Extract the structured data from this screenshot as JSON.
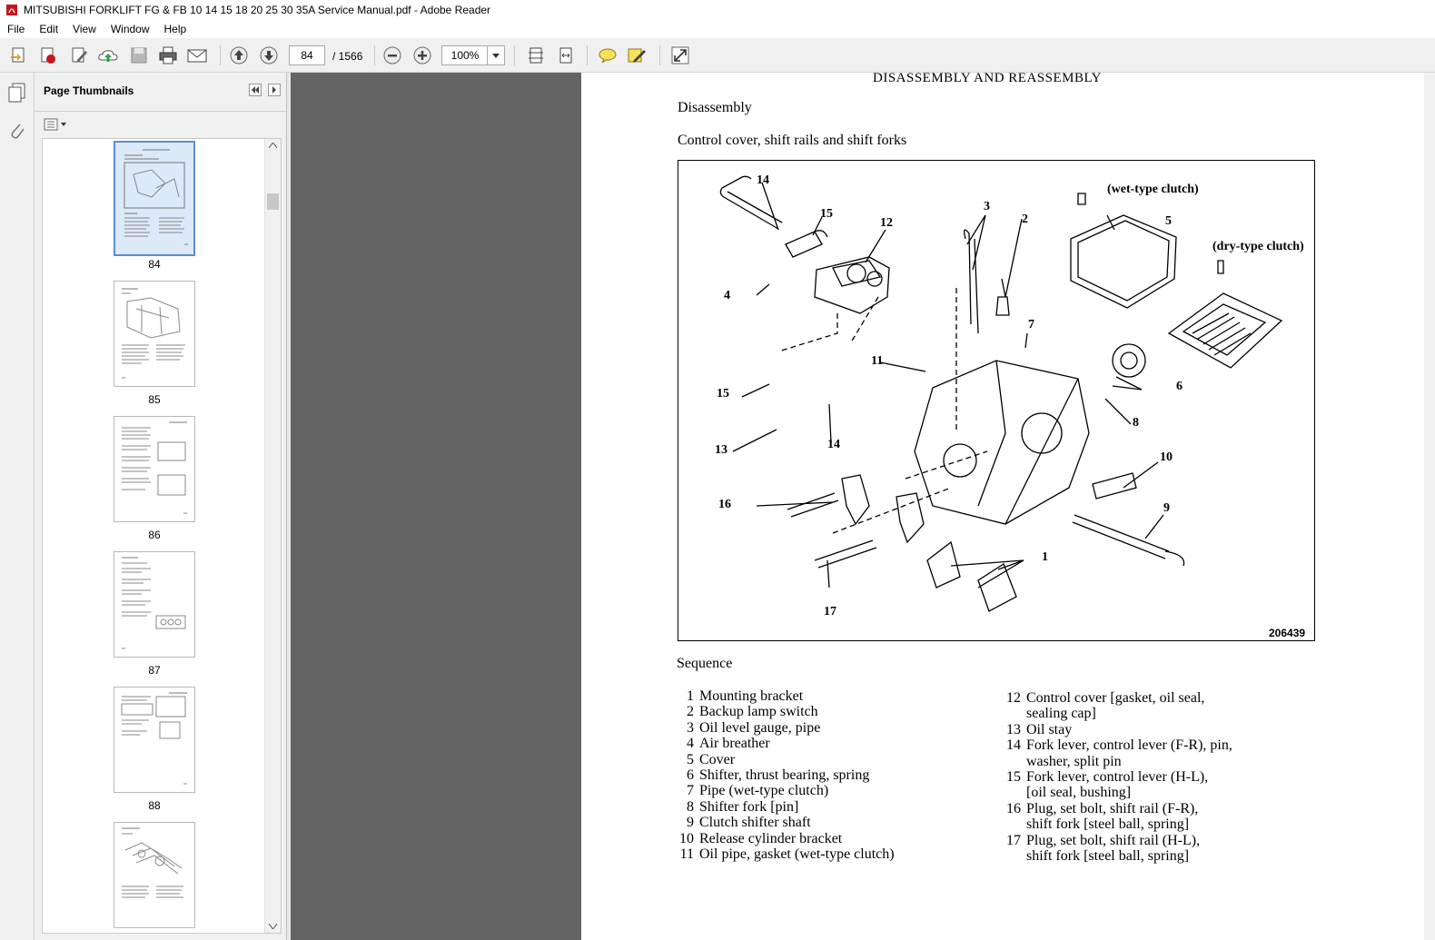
{
  "window": {
    "title": "MITSUBISHI FORKLIFT FG & FB 10 14 15 18 20 25 30 35A  Service Manual.pdf - Adobe Reader"
  },
  "menu": [
    "File",
    "Edit",
    "View",
    "Window",
    "Help"
  ],
  "toolbar": {
    "page_current": "84",
    "page_total": "/ 1566",
    "zoom": "100%"
  },
  "panel": {
    "title": "Page Thumbnails",
    "thumbnails": [
      "84",
      "85",
      "86",
      "87",
      "88"
    ]
  },
  "doc": {
    "header": "DISASSEMBLY  AND  REASSEMBLY",
    "section": "Disassembly",
    "subsection": "Control cover, shift rails and shift forks",
    "figure": {
      "id": "206439",
      "label_wet": "(wet-type clutch)",
      "label_dry": "(dry-type clutch)",
      "callouts": [
        "14",
        "15",
        "12",
        "3",
        "2",
        "5",
        "4",
        "7",
        "11",
        "15",
        "14",
        "6",
        "8",
        "13",
        "10",
        "16",
        "9",
        "1",
        "17"
      ]
    },
    "sequence_title": "Sequence",
    "sequence_left": [
      {
        "n": "1",
        "t": "Mounting bracket"
      },
      {
        "n": "2",
        "t": "Backup lamp switch"
      },
      {
        "n": "3",
        "t": "Oil level gauge, pipe"
      },
      {
        "n": "4",
        "t": "Air breather"
      },
      {
        "n": "5",
        "t": "Cover"
      },
      {
        "n": "6",
        "t": "Shifter, thrust bearing, spring"
      },
      {
        "n": "7",
        "t": "Pipe (wet-type clutch)"
      },
      {
        "n": "8",
        "t": "Shifter fork [pin]"
      },
      {
        "n": "9",
        "t": "Clutch shifter shaft"
      },
      {
        "n": "10",
        "t": "Release cylinder bracket"
      },
      {
        "n": "11",
        "t": "Oil pipe, gasket (wet-type clutch)"
      }
    ],
    "sequence_right": [
      {
        "n": "12",
        "t": "Control cover [gasket, oil seal,",
        "t2": "sealing cap]"
      },
      {
        "n": "13",
        "t": "Oil stay"
      },
      {
        "n": "14",
        "t": "Fork lever, control lever (F-R), pin,",
        "t2": "washer, split pin"
      },
      {
        "n": "15",
        "t": "Fork lever, control lever (H-L),",
        "t2": "[oil seal, bushing]"
      },
      {
        "n": "16",
        "t": "Plug, set bolt, shift rail (F-R),",
        "t2": "shift fork [steel ball, spring]"
      },
      {
        "n": "17",
        "t": "Plug, set bolt, shift rail (H-L),",
        "t2": "shift fork [steel ball, spring]"
      }
    ]
  }
}
